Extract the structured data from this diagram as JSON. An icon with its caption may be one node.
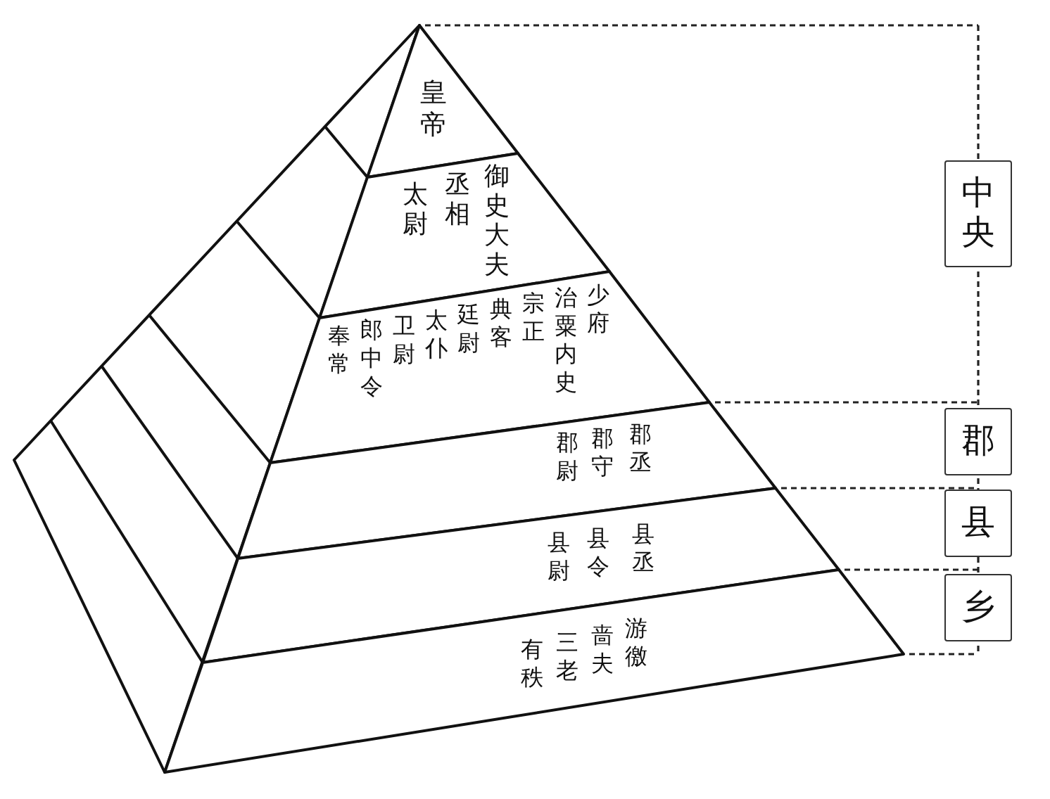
{
  "diagram": {
    "nodes": [
      {
        "text": [
          "皇帝"
        ]
      },
      {
        "text": [
          "太尉",
          "丞相",
          "御史大夫"
        ]
      },
      {
        "text": [
          "奉常",
          "郎中令",
          "卫尉",
          "太仆",
          "廷尉",
          "典客",
          "宗正",
          "治粟内史",
          "少府"
        ]
      },
      {
        "text": [
          "郡尉",
          "郡守",
          "郡丞"
        ]
      },
      {
        "text": [
          "县尉",
          "县令",
          "县丞"
        ]
      },
      {
        "text": [
          "有秩",
          "三老",
          "啬夫",
          "游徼"
        ]
      },
      {
        "text": [
          "中央"
        ]
      },
      {
        "text": [
          "郡"
        ]
      },
      {
        "text": [
          "县"
        ]
      },
      {
        "text": [
          "乡"
        ]
      }
    ]
  }
}
